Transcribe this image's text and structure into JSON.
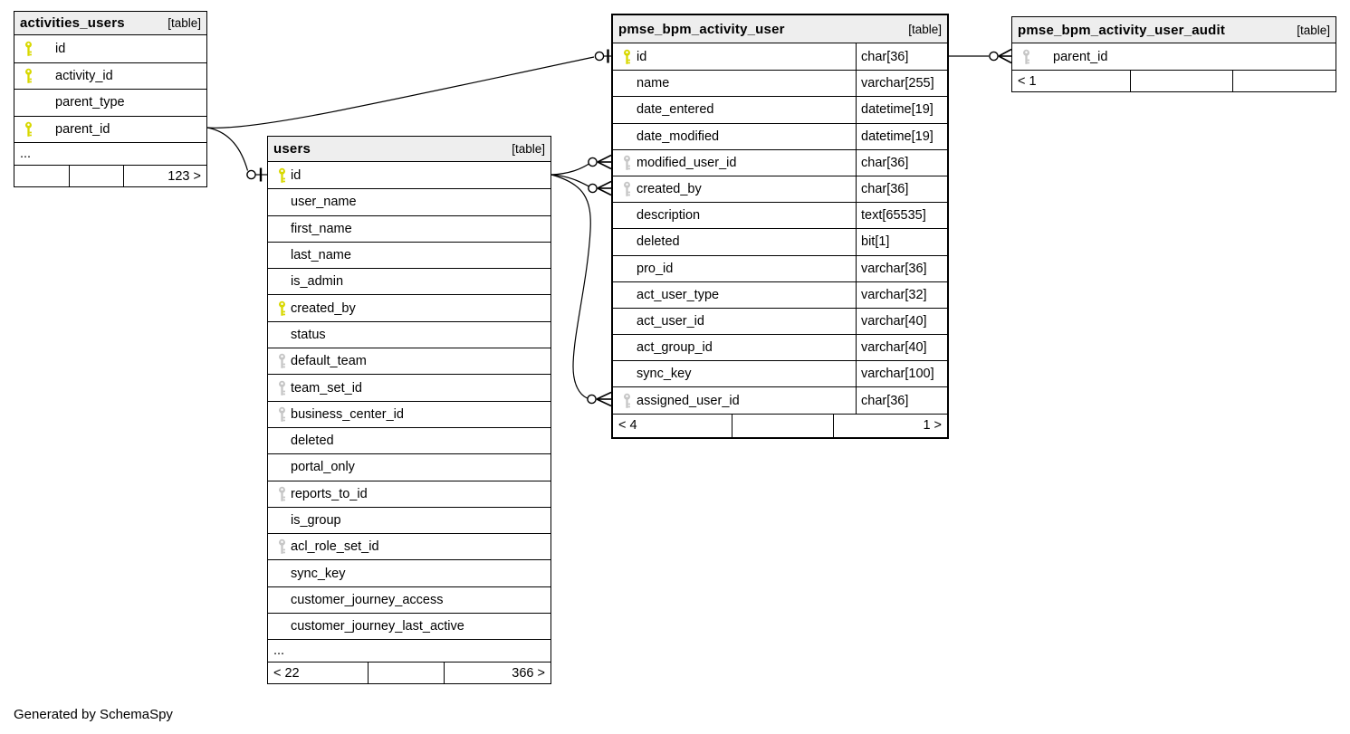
{
  "app": {
    "footer_note": "Generated by SchemaSpy"
  },
  "colors": {
    "header_bg": "#eeeeee",
    "border": "#000000",
    "primary_key": "#d8d800",
    "foreign_key": "#c6c6c6"
  },
  "tables": [
    {
      "id": "activities_users",
      "name": "activities_users",
      "tag": "[table]",
      "columns": [
        {
          "name": "id",
          "key": "primary"
        },
        {
          "name": "activity_id",
          "key": "primary"
        },
        {
          "name": "parent_type",
          "key": null
        },
        {
          "name": "parent_id",
          "key": "primary"
        }
      ],
      "truncated": "...",
      "footer": [
        "",
        "",
        "123 >"
      ]
    },
    {
      "id": "users",
      "name": "users",
      "tag": "[table]",
      "columns": [
        {
          "name": "id",
          "key": "primary"
        },
        {
          "name": "user_name",
          "key": null
        },
        {
          "name": "first_name",
          "key": null
        },
        {
          "name": "last_name",
          "key": null
        },
        {
          "name": "is_admin",
          "key": null
        },
        {
          "name": "created_by",
          "key": "primary"
        },
        {
          "name": "status",
          "key": null
        },
        {
          "name": "default_team",
          "key": "foreign"
        },
        {
          "name": "team_set_id",
          "key": "foreign"
        },
        {
          "name": "business_center_id",
          "key": "foreign"
        },
        {
          "name": "deleted",
          "key": null
        },
        {
          "name": "portal_only",
          "key": null
        },
        {
          "name": "reports_to_id",
          "key": "foreign"
        },
        {
          "name": "is_group",
          "key": null
        },
        {
          "name": "acl_role_set_id",
          "key": "foreign"
        },
        {
          "name": "sync_key",
          "key": null
        },
        {
          "name": "customer_journey_access",
          "key": null
        },
        {
          "name": "customer_journey_last_active",
          "key": null
        }
      ],
      "truncated": "...",
      "footer": [
        "< 22",
        "",
        "366 >"
      ]
    },
    {
      "id": "pmse_bpm_activity_user",
      "name": "pmse_bpm_activity_user",
      "tag": "[table]",
      "columns": [
        {
          "name": "id",
          "type": "char[36]",
          "key": "primary"
        },
        {
          "name": "name",
          "type": "varchar[255]",
          "key": null
        },
        {
          "name": "date_entered",
          "type": "datetime[19]",
          "key": null
        },
        {
          "name": "date_modified",
          "type": "datetime[19]",
          "key": null
        },
        {
          "name": "modified_user_id",
          "type": "char[36]",
          "key": "foreign"
        },
        {
          "name": "created_by",
          "type": "char[36]",
          "key": "foreign"
        },
        {
          "name": "description",
          "type": "text[65535]",
          "key": null
        },
        {
          "name": "deleted",
          "type": "bit[1]",
          "key": null
        },
        {
          "name": "pro_id",
          "type": "varchar[36]",
          "key": null
        },
        {
          "name": "act_user_type",
          "type": "varchar[32]",
          "key": null
        },
        {
          "name": "act_user_id",
          "type": "varchar[40]",
          "key": null
        },
        {
          "name": "act_group_id",
          "type": "varchar[40]",
          "key": null
        },
        {
          "name": "sync_key",
          "type": "varchar[100]",
          "key": null
        },
        {
          "name": "assigned_user_id",
          "type": "char[36]",
          "key": "foreign"
        }
      ],
      "footer": [
        "< 4",
        "",
        "1 >"
      ]
    },
    {
      "id": "pmse_bpm_activity_user_audit",
      "name": "pmse_bpm_activity_user_audit",
      "tag": "[table]",
      "columns": [
        {
          "name": "parent_id",
          "key": "foreign"
        }
      ],
      "footer": [
        "< 1",
        "",
        ""
      ]
    }
  ],
  "relationships": [
    {
      "from": "activities_users.parent_id",
      "to": "pmse_bpm_activity_user.id",
      "end_marker": "one"
    },
    {
      "from": "activities_users.parent_id",
      "to": "users.id",
      "end_marker": "one"
    },
    {
      "from": "users.id",
      "to": "pmse_bpm_activity_user.modified_user_id",
      "end_marker": "many"
    },
    {
      "from": "users.id",
      "to": "pmse_bpm_activity_user.created_by",
      "end_marker": "many"
    },
    {
      "from": "users.id",
      "to": "pmse_bpm_activity_user.assigned_user_id",
      "end_marker": "many"
    },
    {
      "from": "pmse_bpm_activity_user.id",
      "to": "pmse_bpm_activity_user_audit.parent_id",
      "end_marker": "many"
    }
  ]
}
